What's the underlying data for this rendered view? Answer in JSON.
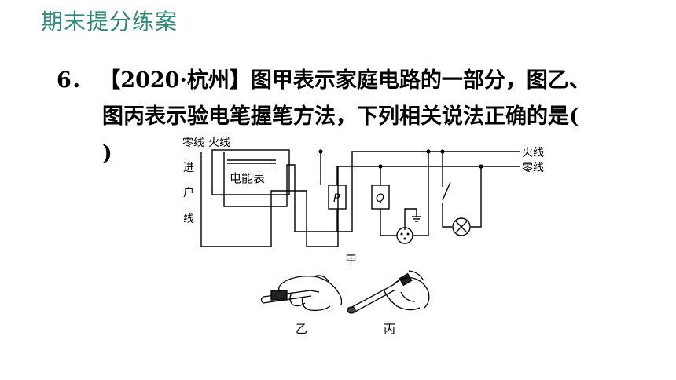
{
  "header": {
    "title": "期末提分练案"
  },
  "question": {
    "number": "6．",
    "line1": "【2020·杭州】图甲表示家庭电路的一部分，图乙、",
    "line2": "图丙表示验电笔握笔方法，下列相关说法正确的是(",
    "line3": ")"
  },
  "diagram": {
    "label_neutral_in": "零线",
    "label_live_in": "火线",
    "label_entry": [
      "进",
      "户",
      "线"
    ],
    "meter_label": "电能表",
    "label_p": "P",
    "label_q": "Q",
    "label_live_out": "火线",
    "label_neutral_out": "零线",
    "caption_jia": "甲",
    "caption_yi": "乙",
    "caption_bing": "丙"
  }
}
